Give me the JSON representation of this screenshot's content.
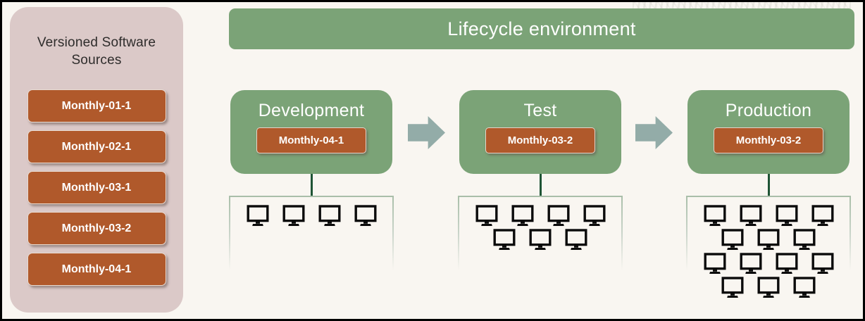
{
  "page": {
    "background": "#F9F6F1",
    "frame_color": "#000000"
  },
  "sources_panel": {
    "title": "Versioned Software Sources",
    "panel_color": "#DBC9C8",
    "item_color": "#B0592B",
    "items": [
      "Monthly-01-1",
      "Monthly-02-1",
      "Monthly-03-1",
      "Monthly-03-2",
      "Monthly-04-1"
    ]
  },
  "lifecycle": {
    "header": "Lifecycle environment",
    "stage_color": "#7BA377",
    "version_chip_color": "#B0592B",
    "arrow_color": "#93ACA8",
    "connector_color": "#1F5435",
    "stages": [
      {
        "name": "Development",
        "version": "Monthly-04-1",
        "machine_rows": [
          4
        ],
        "machine_count": 4
      },
      {
        "name": "Test",
        "version": "Monthly-03-2",
        "machine_rows": [
          4,
          3
        ],
        "machine_count": 7
      },
      {
        "name": "Production",
        "version": "Monthly-03-2",
        "machine_rows": [
          4,
          3,
          4,
          3
        ],
        "machine_count": 14
      }
    ]
  }
}
